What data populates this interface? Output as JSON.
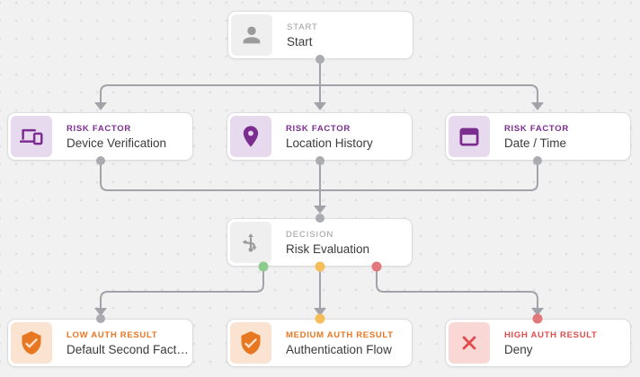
{
  "flow": {
    "nodes": [
      {
        "type_label": "START",
        "title": "Start",
        "icon": "person-icon",
        "theme": "gray"
      },
      {
        "type_label": "RISK FACTOR",
        "title": "Device Verification",
        "icon": "laptop-phone-icon",
        "theme": "purple"
      },
      {
        "type_label": "RISK FACTOR",
        "title": "Location History",
        "icon": "map-pin-icon",
        "theme": "purple"
      },
      {
        "type_label": "RISK FACTOR",
        "title": "Date / Time",
        "icon": "calendar-icon",
        "theme": "purple"
      },
      {
        "type_label": "DECISION",
        "title": "Risk Evaluation",
        "icon": "split-arrows-icon",
        "theme": "gray"
      },
      {
        "type_label": "LOW AUTH RESULT",
        "title": "Default Second Fact…",
        "icon": "shield-check-icon",
        "theme": "orange"
      },
      {
        "type_label": "MEDIUM AUTH RESULT",
        "title": "Authentication Flow",
        "icon": "shield-check-icon",
        "theme": "orange"
      },
      {
        "type_label": "HIGH AUTH RESULT",
        "title": "Deny",
        "icon": "x-icon",
        "theme": "red"
      }
    ],
    "edges": [
      {
        "from": "Start",
        "to": "Device Verification"
      },
      {
        "from": "Start",
        "to": "Location History"
      },
      {
        "from": "Start",
        "to": "Date / Time"
      },
      {
        "from": "Device Verification",
        "to": "Risk Evaluation"
      },
      {
        "from": "Location History",
        "to": "Risk Evaluation"
      },
      {
        "from": "Date / Time",
        "to": "Risk Evaluation"
      },
      {
        "from": "Risk Evaluation",
        "port": "low",
        "port_color": "#8BCB8E",
        "to": "Default Second Fact…"
      },
      {
        "from": "Risk Evaluation",
        "port": "medium",
        "port_color": "#F7BD59",
        "to": "Authentication Flow"
      },
      {
        "from": "Risk Evaluation",
        "port": "high",
        "port_color": "#E2787B",
        "to": "Deny"
      }
    ],
    "colors": {
      "canvas_bg": "#F1F1F2",
      "canvas_dot": "#DFDFE3",
      "edge_gray": "#A2A2AA",
      "connector_dot_gray": "#ABABB2",
      "port_green": "#8BCB8E",
      "port_orange": "#F7BD59",
      "port_red": "#E2787B",
      "purple": "#7C2E90",
      "purple_tile": "#E8DAEE",
      "orange": "#E87722",
      "orange_tile": "#FBE3D1",
      "red": "#E24B4B",
      "red_tile": "#F8D7D5",
      "gray_label": "#9B9B9B",
      "title_text": "#3B3B3B"
    }
  }
}
